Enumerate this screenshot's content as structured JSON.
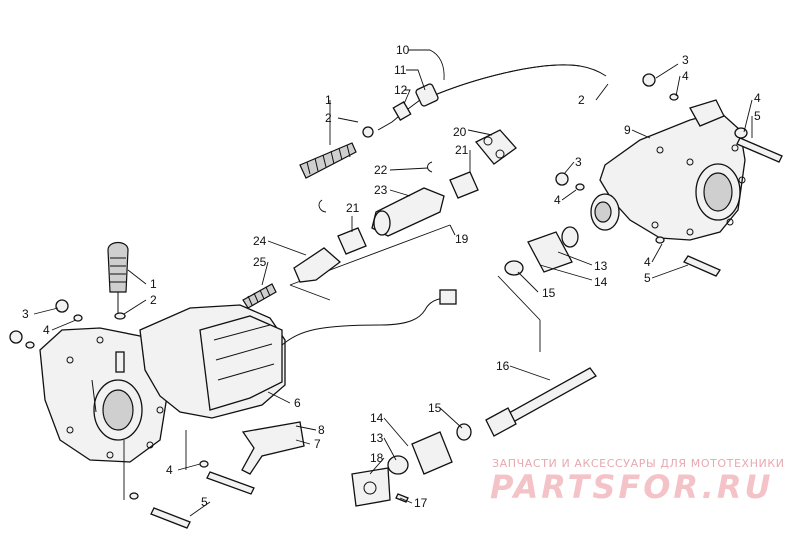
{
  "diagram": {
    "callouts": [
      {
        "id": "c10",
        "text": "10"
      },
      {
        "id": "c11",
        "text": "11"
      },
      {
        "id": "c12",
        "text": "12"
      },
      {
        "id": "c1a",
        "text": "1"
      },
      {
        "id": "c2a",
        "text": "2"
      },
      {
        "id": "c20",
        "text": "20"
      },
      {
        "id": "c21a",
        "text": "21"
      },
      {
        "id": "c22",
        "text": "22"
      },
      {
        "id": "c23",
        "text": "23"
      },
      {
        "id": "c21b",
        "text": "21"
      },
      {
        "id": "c19",
        "text": "19"
      },
      {
        "id": "c24",
        "text": "24"
      },
      {
        "id": "c25",
        "text": "25"
      },
      {
        "id": "c2b",
        "text": "2"
      },
      {
        "id": "c3a",
        "text": "3"
      },
      {
        "id": "c4a",
        "text": "4"
      },
      {
        "id": "c9",
        "text": "9"
      },
      {
        "id": "c4b",
        "text": "4"
      },
      {
        "id": "c5a",
        "text": "5"
      },
      {
        "id": "c3b",
        "text": "3"
      },
      {
        "id": "c4c",
        "text": "4"
      },
      {
        "id": "c13a",
        "text": "13"
      },
      {
        "id": "c14a",
        "text": "14"
      },
      {
        "id": "c15a",
        "text": "15"
      },
      {
        "id": "c4d",
        "text": "4"
      },
      {
        "id": "c5b",
        "text": "5"
      },
      {
        "id": "c1b",
        "text": "1"
      },
      {
        "id": "c2c",
        "text": "2"
      },
      {
        "id": "c3c",
        "text": "3"
      },
      {
        "id": "c4e",
        "text": "4"
      },
      {
        "id": "c6",
        "text": "6"
      },
      {
        "id": "c8",
        "text": "8"
      },
      {
        "id": "c7",
        "text": "7"
      },
      {
        "id": "c4f",
        "text": "4"
      },
      {
        "id": "c5c",
        "text": "5"
      },
      {
        "id": "c16",
        "text": "16"
      },
      {
        "id": "c15b",
        "text": "15"
      },
      {
        "id": "c14b",
        "text": "14"
      },
      {
        "id": "c13b",
        "text": "13"
      },
      {
        "id": "c18",
        "text": "18"
      },
      {
        "id": "c17",
        "text": "17"
      }
    ]
  },
  "watermark": {
    "tagline": "ЗАПЧАСТИ И АКСЕССУАРЫ ДЛЯ МОТОТЕХНИКИ",
    "logo_text": "PARTSFOR.RU",
    "color": "#f3c3c8"
  }
}
